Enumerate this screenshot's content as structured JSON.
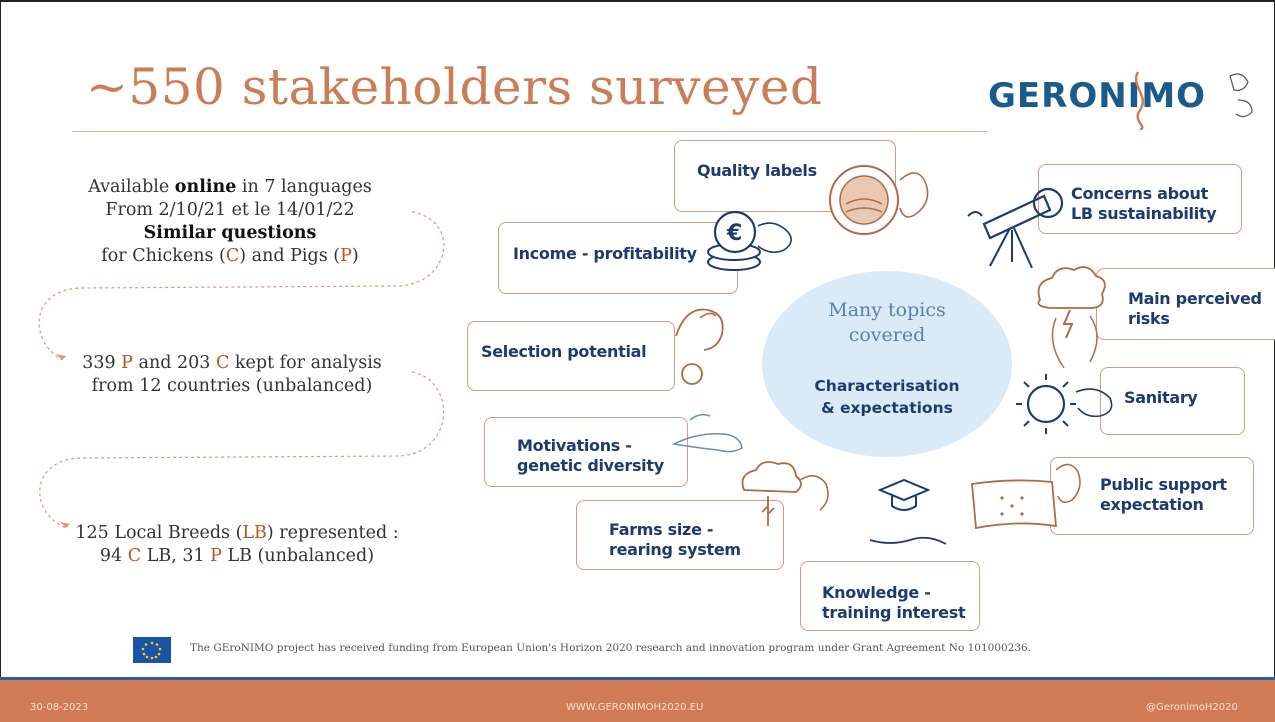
{
  "slide": {
    "title": "~550 stakeholders surveyed",
    "logo_text": "GERONIMO",
    "left": {
      "block1_line1_pre": "Available ",
      "block1_line1_bold": "online",
      "block1_line1_post": " in 7 languages",
      "block1_line2": "From 2/10/21 et le 14/01/22",
      "block1_line3": "Similar questions",
      "block1_line4_pre": "for Chickens (",
      "block1_line4_c": "C",
      "block1_line4_mid": ") and Pigs (",
      "block1_line4_p": "P",
      "block1_line4_post": ")",
      "block2_line1_pre": "339 ",
      "block2_line1_p": "P",
      "block2_line1_mid": " and 203 ",
      "block2_line1_c": "C",
      "block2_line1_post": " kept for analysis",
      "block2_line2": "from 12 countries (unbalanced)",
      "block3_line1_pre": "125 Local Breeds (",
      "block3_line1_lb": "LB",
      "block3_line1_post": ") represented :",
      "block3_line2_pre": "94 ",
      "block3_line2_c": "C",
      "block3_line2_mid": " LB, 31 ",
      "block3_line2_p": "P",
      "block3_line2_post": " LB (unbalanced)"
    },
    "center": {
      "line1": "Many topics",
      "line2": "covered",
      "line3": "Characterisation",
      "line4": "& expectations"
    },
    "topics": {
      "quality_labels": "Quality labels",
      "concerns_line1": "Concerns about",
      "concerns_line2": "LB sustainability",
      "income": "Income - profitability",
      "risks_line1": "Main perceived",
      "risks_line2": "risks",
      "selection": "Selection potential",
      "sanitary": "Sanitary",
      "motivations_line1": "Motivations -",
      "motivations_line2": "genetic diversity",
      "public_line1": "Public support",
      "public_line2": "expectation",
      "farms_line1": "Farms size -",
      "farms_line2": "rearing system",
      "knowledge_line1": "Knowledge -",
      "knowledge_line2": "training interest"
    },
    "funding_text": "The GEroNIMO project has received funding from European Union's Horizon 2020 research and innovation program under Grant Agreement No 101000236.",
    "footer": {
      "date": "30-08-2023",
      "website": "WWW.GERONIMOH2020.EU",
      "handle": "@GeronimoH2020"
    },
    "colors": {
      "title": "#c97d58",
      "highlight": "#b3541e",
      "box_border": "#d69a7e",
      "label": "#1e3a6e",
      "footer_bar": "#d07b55",
      "footer_line": "#2b5fa0"
    }
  }
}
